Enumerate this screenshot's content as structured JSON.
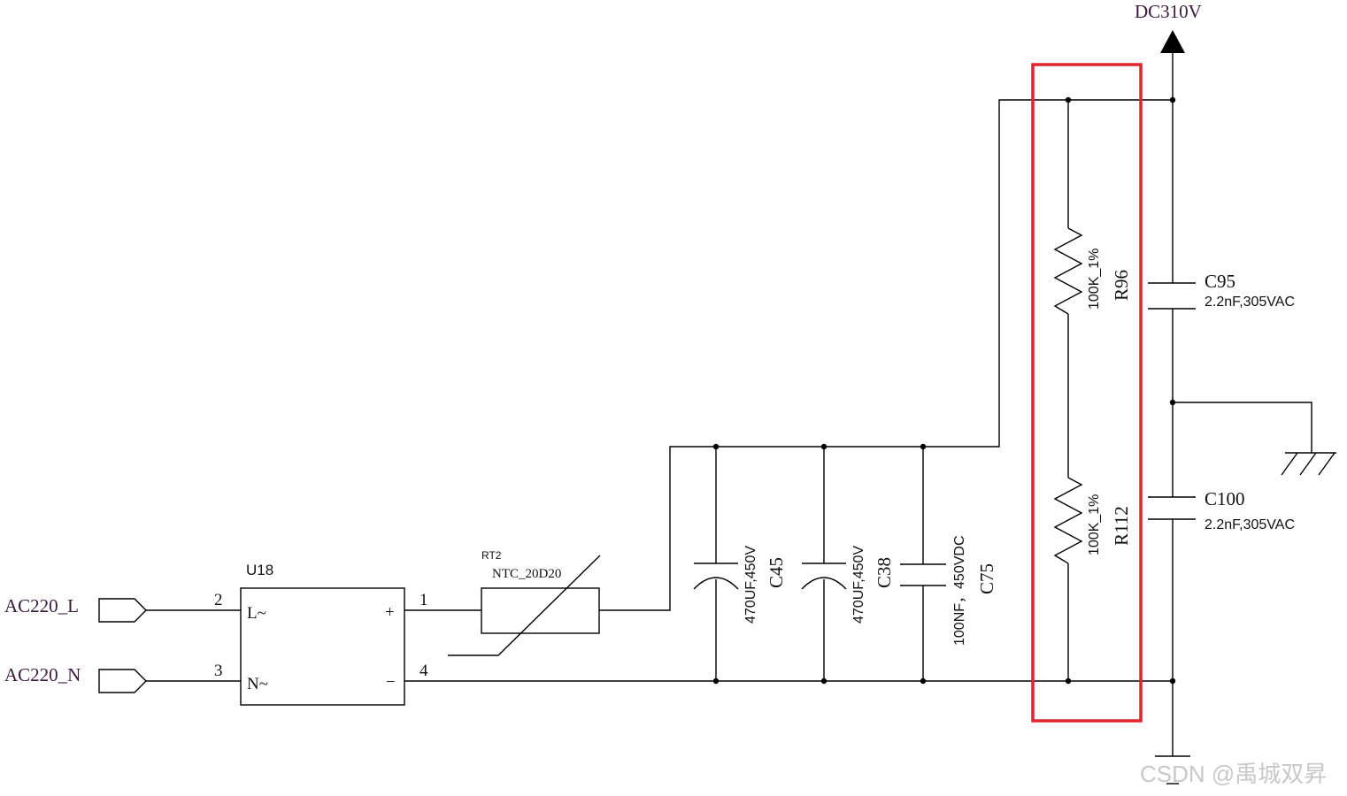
{
  "nets": {
    "dc_rail": "DC310V",
    "ac_line": "AC220_L",
    "ac_neutral": "AC220_N"
  },
  "bridge": {
    "ref": "U18",
    "pins": {
      "l": "2",
      "n": "3",
      "plus": "1",
      "minus": "4"
    },
    "marks": {
      "l": "L~",
      "n": "N~",
      "plus": "+",
      "minus": "−"
    }
  },
  "ntc": {
    "ref": "RT2",
    "value": "NTC_20D20"
  },
  "caps": {
    "c45": {
      "ref": "C45",
      "value": "470UF,450V"
    },
    "c38": {
      "ref": "C38",
      "value": "470UF,450V"
    },
    "c75": {
      "ref": "C75",
      "value": "100NF，450VDC"
    },
    "c95": {
      "ref": "C95",
      "value": "2.2nF,305VAC"
    },
    "c100": {
      "ref": "C100",
      "value": "2.2nF,305VAC"
    }
  },
  "resistors": {
    "r96": {
      "ref": "R96",
      "value": "100K_1%"
    },
    "r112": {
      "ref": "R112",
      "value": "100K_1%"
    }
  },
  "watermark": "CSDN @禹城双昇",
  "colors": {
    "highlight": "#e0242c",
    "wire": "#000000"
  }
}
